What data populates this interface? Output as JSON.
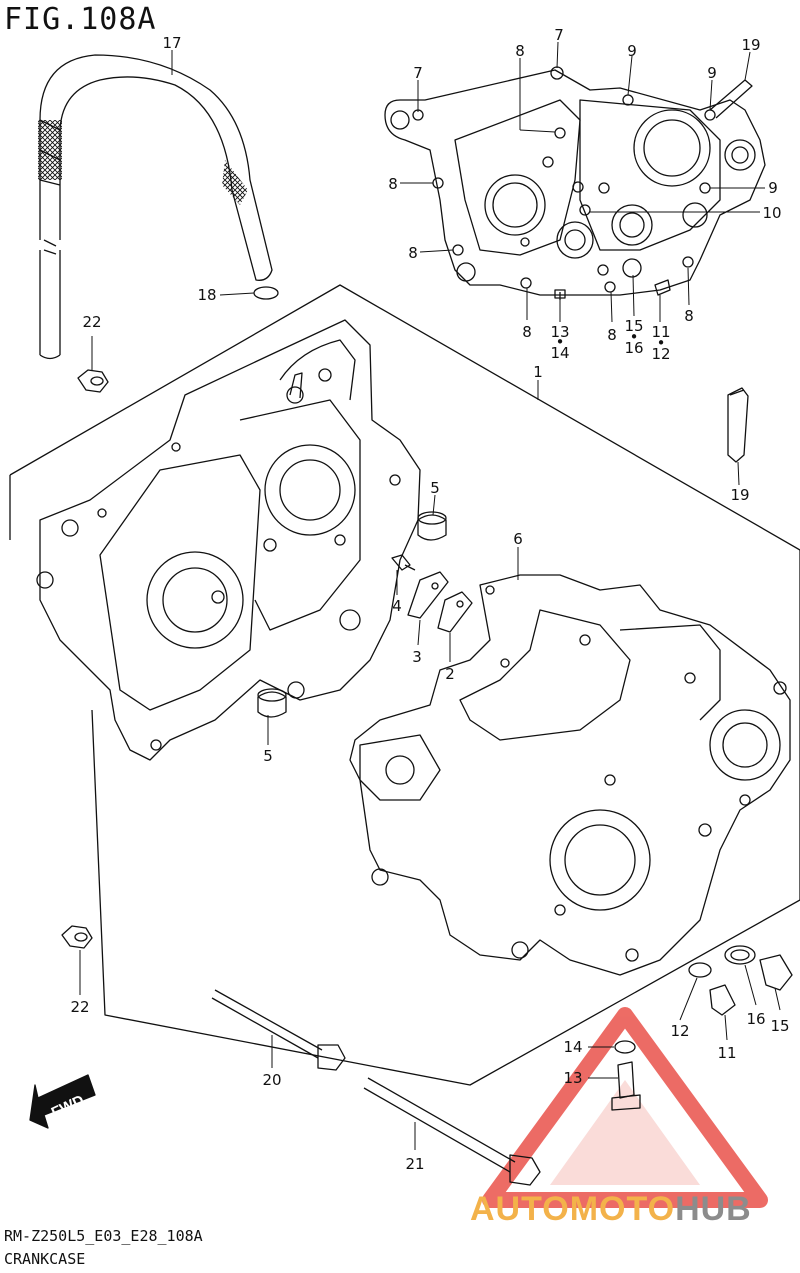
{
  "figure": {
    "title": "FIG.108A",
    "model_code": "RM-Z250L5_E03_E28_108A",
    "section_name": "CRANKCASE",
    "fwd_label": "FWD"
  },
  "callouts": [
    {
      "id": "c17",
      "text": "17"
    },
    {
      "id": "c7a",
      "text": "7"
    },
    {
      "id": "c7b",
      "text": "7"
    },
    {
      "id": "c8a",
      "text": "8"
    },
    {
      "id": "c9a",
      "text": "9"
    },
    {
      "id": "c19a",
      "text": "19"
    },
    {
      "id": "c9b",
      "text": "9"
    },
    {
      "id": "c8b",
      "text": "8"
    },
    {
      "id": "c9c",
      "text": "9"
    },
    {
      "id": "c10",
      "text": "10"
    },
    {
      "id": "c8c",
      "text": "8"
    },
    {
      "id": "c8d",
      "text": "8"
    },
    {
      "id": "c13a",
      "text": "13"
    },
    {
      "id": "c14a",
      "text": "14"
    },
    {
      "id": "c8e",
      "text": "8"
    },
    {
      "id": "c15a",
      "text": "15"
    },
    {
      "id": "c16a",
      "text": "16"
    },
    {
      "id": "c11a",
      "text": "11"
    },
    {
      "id": "c12a",
      "text": "12"
    },
    {
      "id": "c8f",
      "text": "8"
    },
    {
      "id": "c18",
      "text": "18"
    },
    {
      "id": "c22a",
      "text": "22"
    },
    {
      "id": "c1",
      "text": "1"
    },
    {
      "id": "c19b",
      "text": "19"
    },
    {
      "id": "c5a",
      "text": "5"
    },
    {
      "id": "c6",
      "text": "6"
    },
    {
      "id": "c4",
      "text": "4"
    },
    {
      "id": "c3",
      "text": "3"
    },
    {
      "id": "c2",
      "text": "2"
    },
    {
      "id": "c5b",
      "text": "5"
    },
    {
      "id": "c22b",
      "text": "22"
    },
    {
      "id": "c12b",
      "text": "12"
    },
    {
      "id": "c16b",
      "text": "16"
    },
    {
      "id": "c15b",
      "text": "15"
    },
    {
      "id": "c11b",
      "text": "11"
    },
    {
      "id": "c14b",
      "text": "14"
    },
    {
      "id": "c13b",
      "text": "13"
    },
    {
      "id": "c20",
      "text": "20"
    },
    {
      "id": "c21",
      "text": "21"
    }
  ],
  "watermark": {
    "brand_part1": "AUTOMOTO",
    "brand_part2": "HUB",
    "color_primary": "#f3b24a",
    "color_secondary": "#8c8c8c",
    "triangle_color": "#e8473f"
  }
}
